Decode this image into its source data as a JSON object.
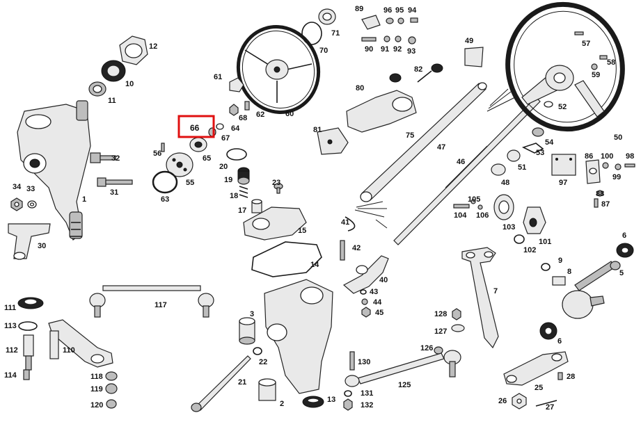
{
  "highlight": {
    "label": "66",
    "color": "#e01010"
  },
  "labels": {
    "l1": "1",
    "l2": "2",
    "l3": "3",
    "l5": "5",
    "l6a": "6",
    "l6b": "6",
    "l7": "7",
    "l8": "8",
    "l9": "9",
    "l10": "10",
    "l11": "11",
    "l12": "12",
    "l13": "13",
    "l14": "14",
    "l15": "15",
    "l17": "17",
    "l18": "18",
    "l19": "19",
    "l20": "20",
    "l21": "21",
    "l22": "22",
    "l23": "23",
    "l25": "25",
    "l26": "26",
    "l27": "27",
    "l28": "28",
    "l30": "30",
    "l31": "31",
    "l32": "32",
    "l33": "33",
    "l34": "34",
    "l40": "40",
    "l41": "41",
    "l42": "42",
    "l43": "43",
    "l44": "44",
    "l45": "45",
    "l46": "46",
    "l47": "47",
    "l48": "48",
    "l49": "49",
    "l50": "50",
    "l51": "51",
    "l52": "52",
    "l53": "53",
    "l54": "54",
    "l55": "55",
    "l56": "56",
    "l57": "57",
    "l58": "58",
    "l59": "59",
    "l60": "60",
    "l61": "61",
    "l62": "62",
    "l63": "63",
    "l64": "64",
    "l65": "65",
    "l66": "66",
    "l67": "67",
    "l68": "68",
    "l70": "70",
    "l71": "71",
    "l75": "75",
    "l80": "80",
    "l81": "81",
    "l82": "82",
    "l86": "86",
    "l87": "87",
    "l88": "88",
    "l89": "89",
    "l90": "90",
    "l91": "91",
    "l92": "92",
    "l93": "93",
    "l94": "94",
    "l95": "95",
    "l96": "96",
    "l97": "97",
    "l98": "98",
    "l99": "99",
    "l100": "100",
    "l101": "101",
    "l102": "102",
    "l103": "103",
    "l104": "104",
    "l105": "105",
    "l106": "106",
    "l110": "110",
    "l111": "111",
    "l112": "112",
    "l113": "113",
    "l114": "114",
    "l117": "117",
    "l118": "118",
    "l119": "119",
    "l120": "120",
    "l125": "125",
    "l126": "126",
    "l127": "127",
    "l128": "128",
    "l130": "130",
    "l131": "131",
    "l132": "132"
  }
}
